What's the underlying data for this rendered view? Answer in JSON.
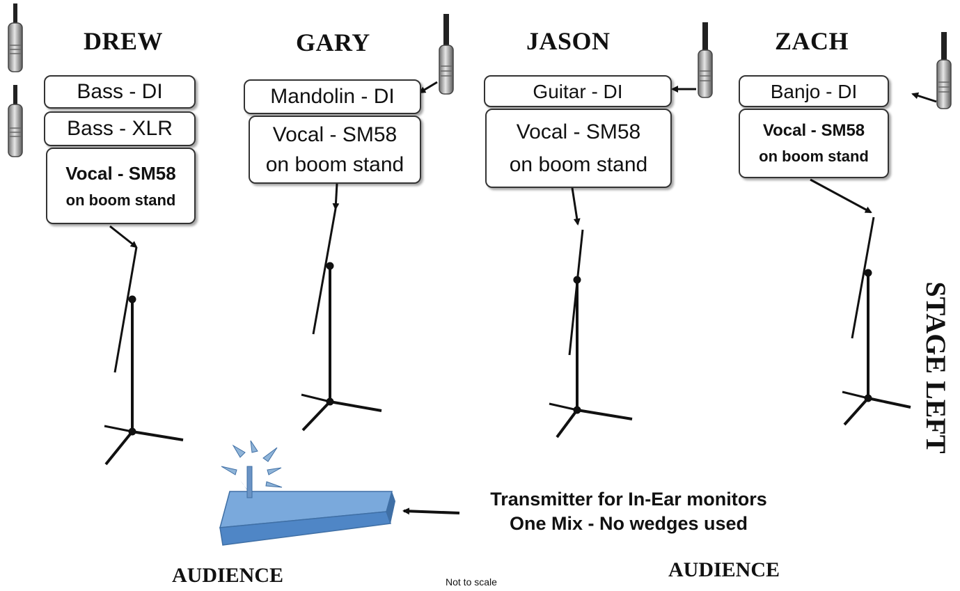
{
  "title": "",
  "musicians": [
    {
      "name": "DREW",
      "inputs": [
        {
          "line1": "Bass - DI",
          "line2": ""
        },
        {
          "line1": "Bass - XLR",
          "line2": ""
        },
        {
          "line1": "Vocal - SM58",
          "line2": "on boom stand"
        }
      ]
    },
    {
      "name": "GARY",
      "inputs": [
        {
          "line1": "Mandolin - DI",
          "line2": ""
        },
        {
          "line1": "Vocal - SM58",
          "line2": "on boom stand"
        }
      ]
    },
    {
      "name": "JASON",
      "inputs": [
        {
          "line1": "Guitar - DI",
          "line2": ""
        },
        {
          "line1": "Vocal - SM58",
          "line2": "on boom stand"
        }
      ]
    },
    {
      "name": "ZACH",
      "inputs": [
        {
          "line1": "Banjo - DI",
          "line2": ""
        },
        {
          "line1": "Vocal - SM58",
          "line2": "on boom stand"
        }
      ]
    }
  ],
  "transmitter": {
    "line1": "Transmitter for In-Ear monitors",
    "line2": "One Mix - No wedges used"
  },
  "audience_left": "AUDIENCE",
  "audience_right": "AUDIENCE",
  "stage_left": "STAGE LEFT",
  "scale_note": "Not to scale",
  "colors": {
    "transmitter_top": "#7aa9dc",
    "transmitter_side": "#4f86c6",
    "signal_rays": "#8fb4d8",
    "box_border": "#333333"
  }
}
